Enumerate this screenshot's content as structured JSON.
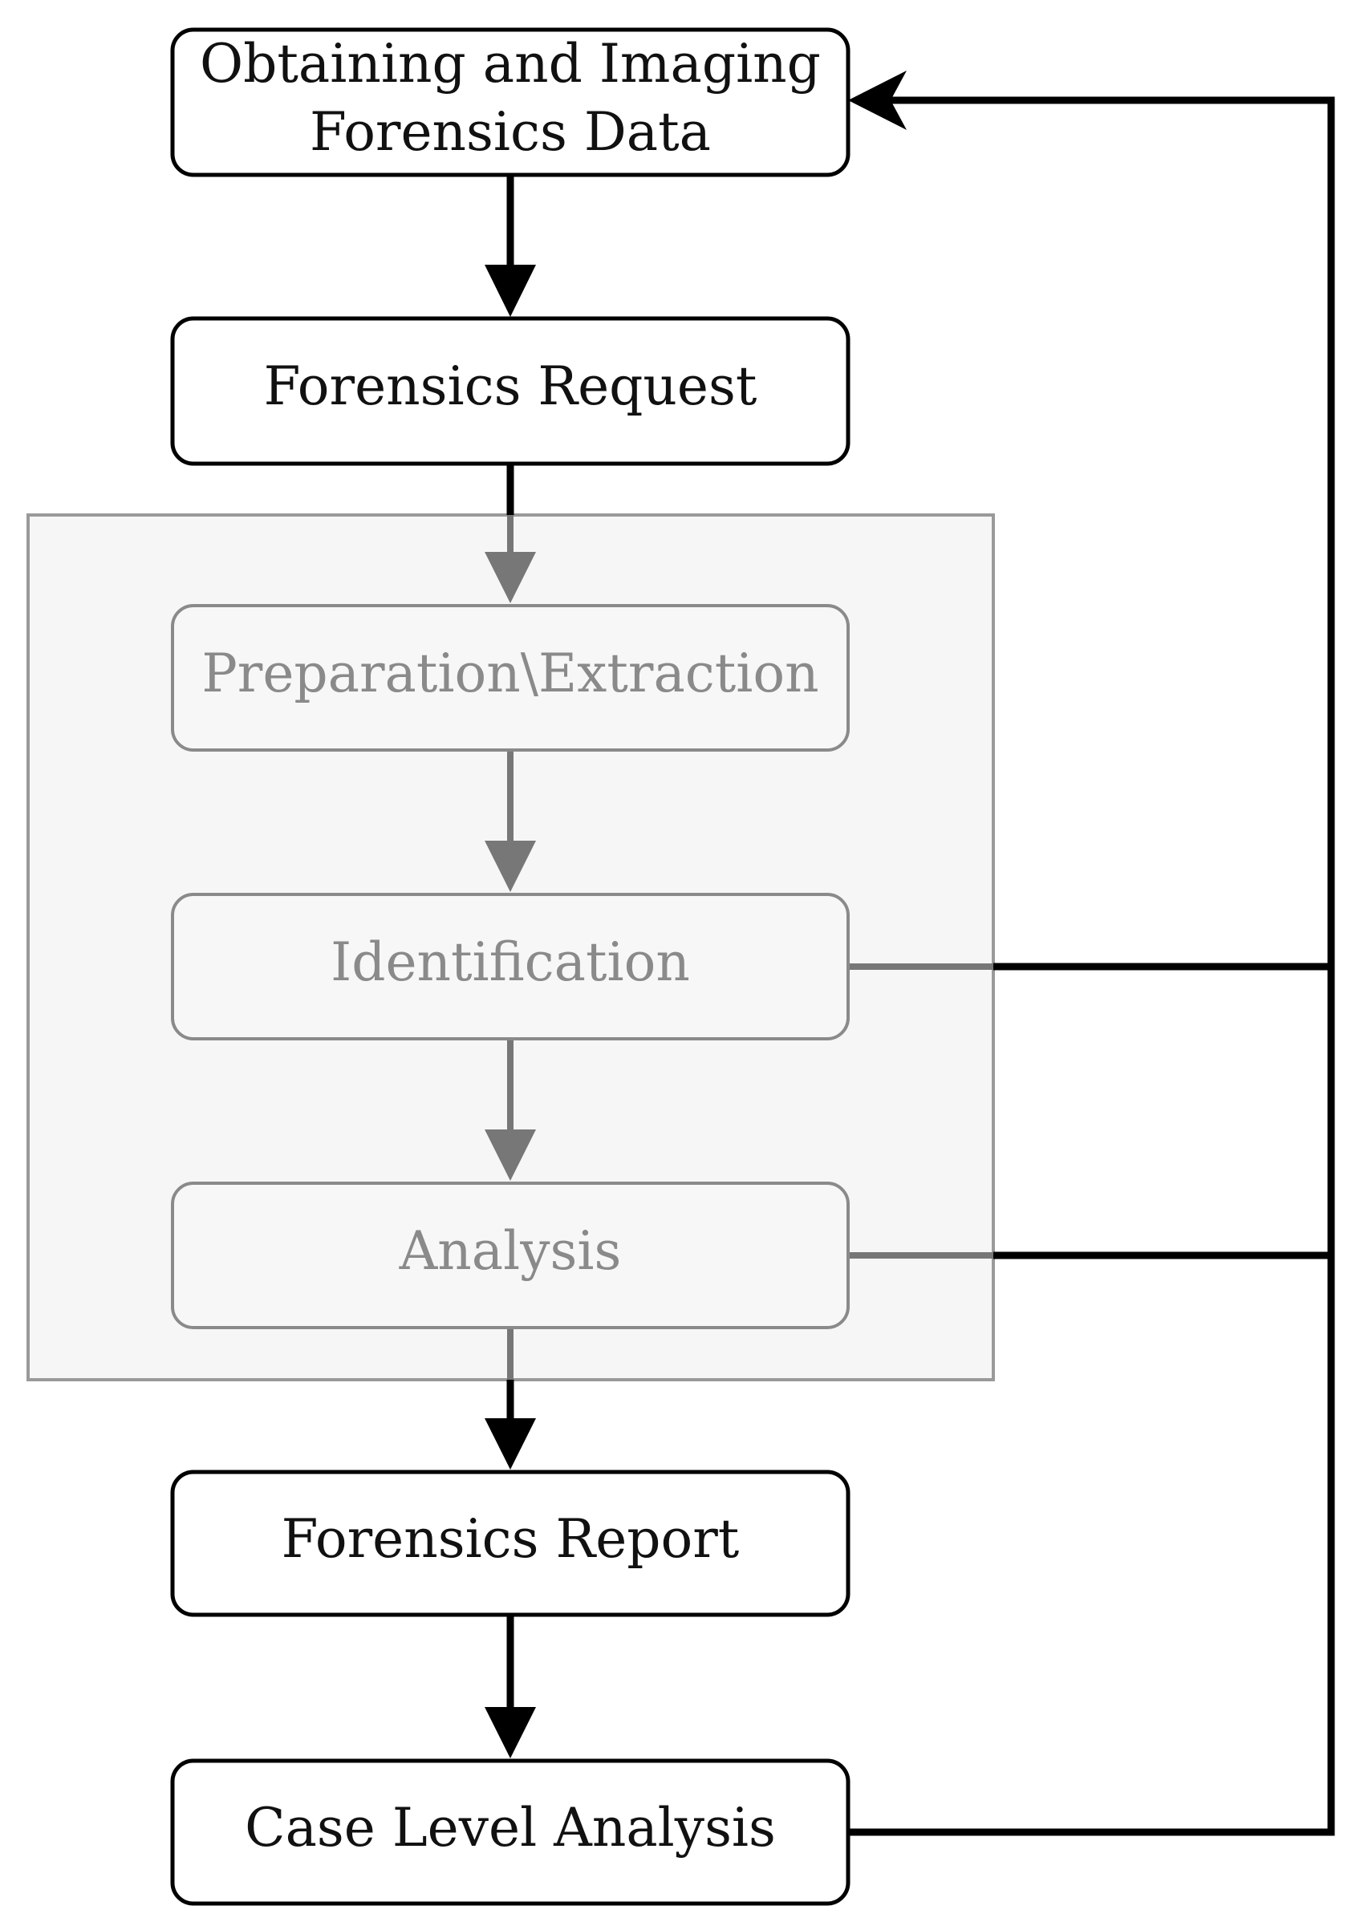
{
  "nodes": {
    "obtaining": {
      "lines": [
        "Obtaining and Imaging",
        "Forensics Data"
      ]
    },
    "request": {
      "label": "Forensics Request"
    },
    "preparation": {
      "label": "Preparation\\Extraction"
    },
    "identification": {
      "label": "Identification"
    },
    "analysis": {
      "label": "Analysis"
    },
    "report": {
      "label": "Forensics Report"
    },
    "case_level": {
      "label": "Case Level Analysis"
    }
  },
  "colors": {
    "primary": "#000000",
    "dimmed": "#8a8a8a",
    "group_fill": "#f6f6f6"
  }
}
